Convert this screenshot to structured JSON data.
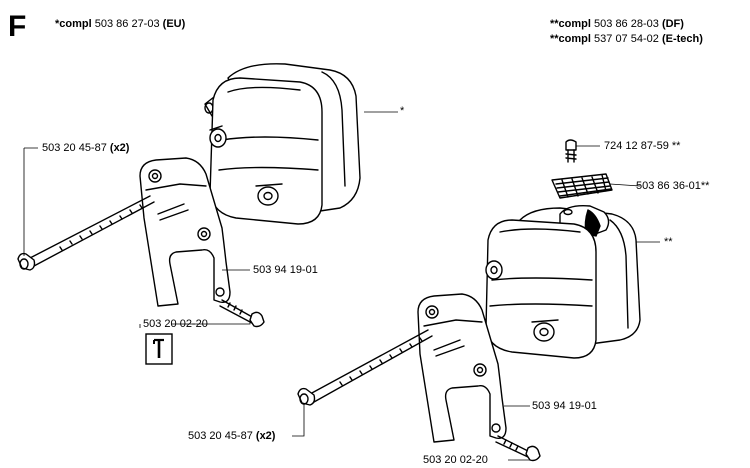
{
  "section": {
    "letter": "F"
  },
  "headers": {
    "left": {
      "prefix": "*compl",
      "number": "503 86 27-03",
      "suffix": "(EU)"
    },
    "right": [
      {
        "prefix": "**compl",
        "number": "503 86 28-03",
        "suffix": "(DF)"
      },
      {
        "prefix": "**compl",
        "number": "537 07 54-02",
        "suffix": "(E-tech)"
      }
    ]
  },
  "callouts": {
    "muffler_left": "*",
    "screw_left": {
      "number": "503 20 45-87",
      "qty": "(x2)"
    },
    "bracket_left": "503 94 19-01",
    "bolt_left": "503 20 02-20",
    "screw_top_right": "724 12 87-59 **",
    "screen_right": "503 86 36-01**",
    "muffler_right": "**",
    "bracket_right": "503 94 19-01",
    "screw_right": {
      "number": "503 20 45-87",
      "qty": "(x2)"
    },
    "bolt_right": "503 20 02-20"
  },
  "icons": [
    "wrench-tool-icon"
  ]
}
